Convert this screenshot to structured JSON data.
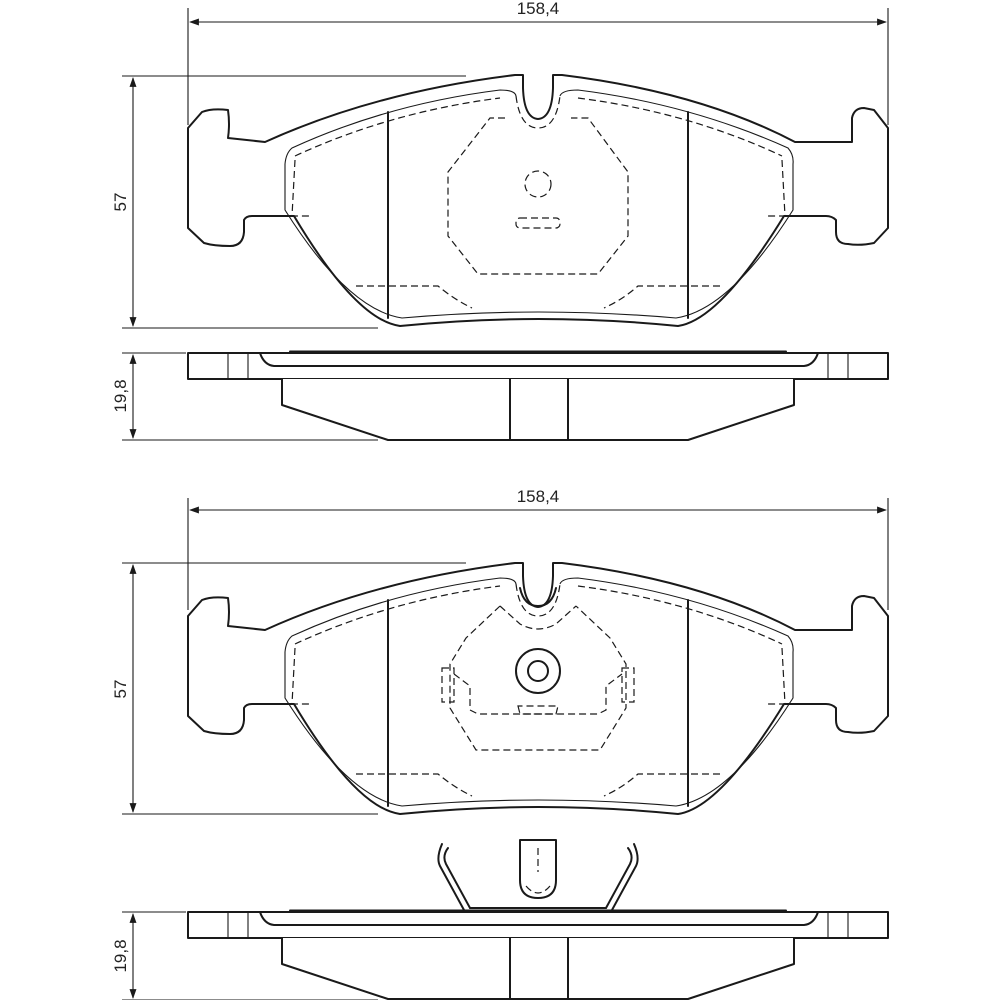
{
  "dimensions": {
    "top_width": "158,4",
    "top_height": "57",
    "top_thickness": "19,8",
    "bottom_width": "158,4",
    "bottom_height": "57",
    "bottom_thickness": "19,8"
  }
}
